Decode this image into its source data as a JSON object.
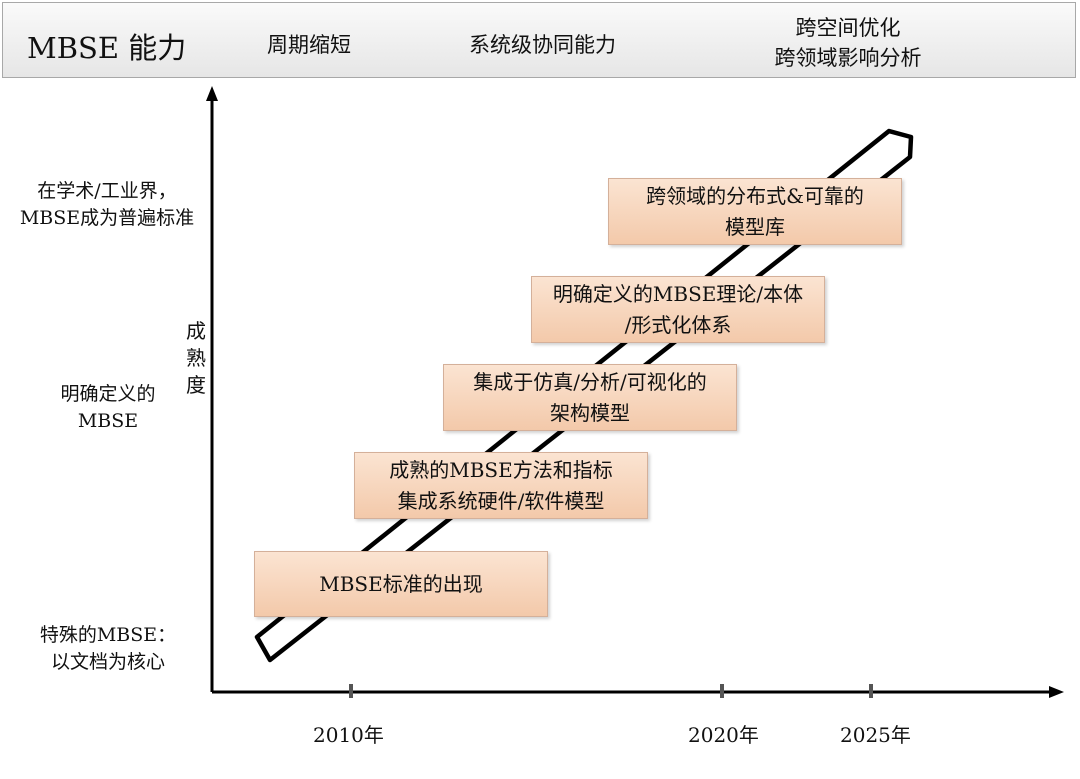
{
  "header": {
    "title": "MBSE 能力",
    "capabilities": [
      {
        "lines": [
          "周期缩短"
        ]
      },
      {
        "lines": [
          "系统级协同能力"
        ]
      },
      {
        "lines": [
          "跨空间优化",
          "跨领域影响分析"
        ]
      }
    ]
  },
  "y_axis": {
    "label_chars": [
      "成",
      "熟",
      "度"
    ],
    "levels": [
      {
        "lines": [
          "在学术/工业界，",
          "MBSE成为普遍标准"
        ]
      },
      {
        "lines": [
          "明确定义的",
          "MBSE"
        ]
      },
      {
        "lines": [
          "特殊的MBSE：",
          "以文档为核心"
        ]
      }
    ]
  },
  "x_axis": {
    "ticks": [
      "2010年",
      "2020年",
      "2025年"
    ]
  },
  "stages": [
    {
      "lines": [
        "MBSE标准的出现"
      ]
    },
    {
      "lines": [
        "成熟的MBSE方法和指标",
        "集成系统硬件/软件模型"
      ]
    },
    {
      "lines": [
        "集成于仿真/分析/可视化的",
        "架构模型"
      ]
    },
    {
      "lines": [
        "明确定义的MBSE理论/本体",
        "/形式化体系"
      ]
    },
    {
      "lines": [
        "跨领域的分布式&可靠的",
        "模型库"
      ]
    }
  ],
  "colors": {
    "stage_fill_top": "#fbe4d2",
    "stage_fill_bottom": "#f3c9aa",
    "axis": "#000000"
  }
}
